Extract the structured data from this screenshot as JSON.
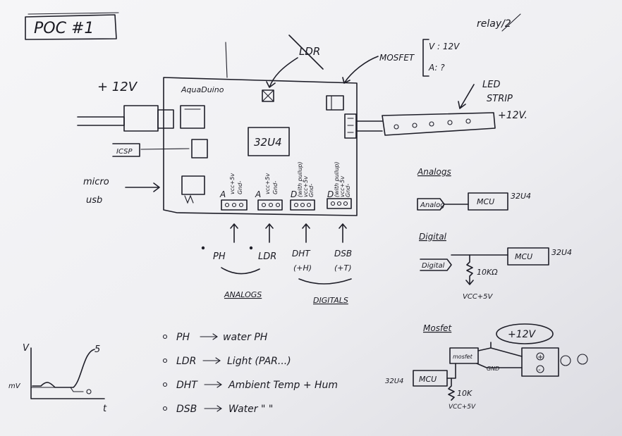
{
  "title": "POC #1",
  "corner_note": "relay/2",
  "top": {
    "plus12v": "+ 12V",
    "ldr_crossed": "LDR",
    "mosfet": "MOSFET",
    "mosfet_v": "V : 12V",
    "mosfet_a": "A: ?",
    "led_strip_1": "LED",
    "led_strip_2": "STRIP",
    "led_plus12v": "+12V.",
    "board_name": "AquaDuino",
    "chip": "32U4",
    "icsp": "ICSP",
    "micro_usb_1": "micro",
    "micro_usb_2": "usb"
  },
  "headers": {
    "h1": {
      "pins": [
        "A",
        "vcc+5v",
        "Gnd-"
      ]
    },
    "h2": {
      "pins": [
        "A",
        "vcc+5v",
        "Gnd-"
      ]
    },
    "h3": {
      "pins": [
        "D",
        "(with pullup)",
        "vcc+5v",
        "Gnd-"
      ]
    },
    "h4": {
      "pins": [
        "D",
        "(with pullup)",
        "vcc+5v",
        "Gnd-"
      ]
    }
  },
  "sensors": {
    "ph": "PH",
    "ldr": "LDR",
    "dht": "DHT",
    "dht_sub": "(+H)",
    "dsb": "DSB",
    "dsb_sub": "(+T)",
    "analogs": "ANALOGS",
    "digitals": "DIGITALS"
  },
  "analog": {
    "title": "Analogs",
    "in": "Analog",
    "mcu": "MCU",
    "chip": "32U4"
  },
  "digital": {
    "title": "Digital",
    "in": "Digital",
    "mcu": "MCU",
    "chip": "32U4",
    "resistor": "10KΩ",
    "vcc": "VCC+5V"
  },
  "mosfet_circuit": {
    "title": "Mosfet",
    "supply": "+12V",
    "chip": "32U4",
    "mcu": "MCU",
    "mosfet": "mosfet",
    "gnd": "GND",
    "resistor": "10K",
    "vcc": "VCC+5V",
    "plus": "+",
    "minus": "-"
  },
  "graph": {
    "ylabel": "V",
    "xlabel": "t",
    "level_low": "mV",
    "level_high": "5"
  },
  "notes": [
    {
      "key": "PH",
      "value": "water PH"
    },
    {
      "key": "LDR",
      "value": "Light (PAR...)"
    },
    {
      "key": "DHT",
      "value": "Ambient Temp + Hum"
    },
    {
      "key": "DSB",
      "value": "Water    \"    \""
    }
  ]
}
